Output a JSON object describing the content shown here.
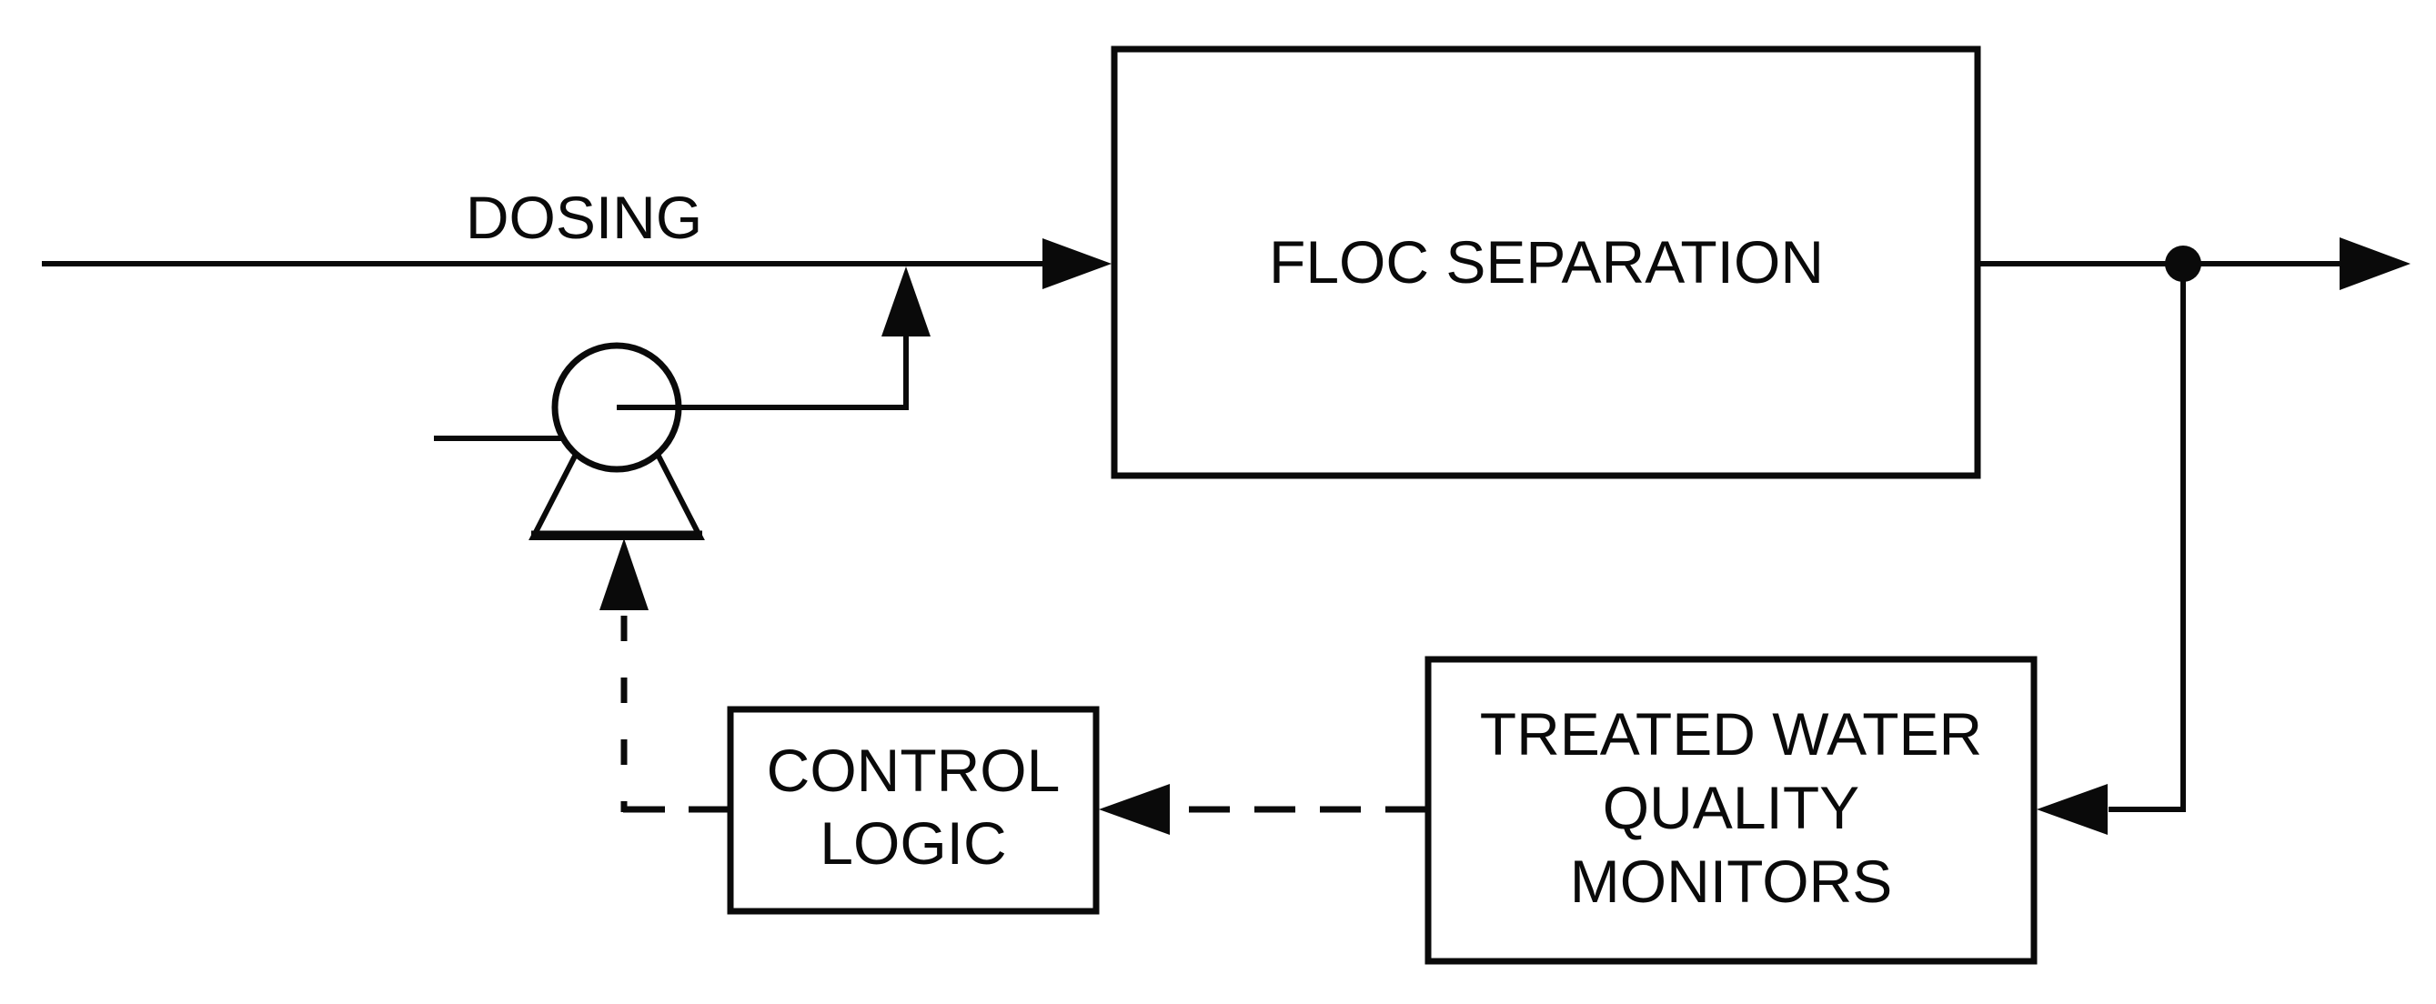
{
  "diagram": {
    "type": "process-control-block-diagram",
    "labels": {
      "dosing": "DOSING",
      "floc_separation": "FLOC SEPARATION",
      "monitors_lines": [
        "TREATED WATER",
        "QUALITY",
        "MONITORS"
      ],
      "control_lines": [
        "CONTROL",
        "LOGIC"
      ]
    },
    "symbols": {
      "pump": "dosing-pump"
    },
    "connections": [
      {
        "from": "influent",
        "to": "floc-separation",
        "style": "solid-arrow"
      },
      {
        "from": "floc-separation",
        "to": "effluent",
        "style": "solid-arrow"
      },
      {
        "from": "effluent-junction",
        "to": "treated-water-quality-monitors",
        "style": "solid-arrow"
      },
      {
        "from": "treated-water-quality-monitors",
        "to": "control-logic",
        "style": "dashed-arrow"
      },
      {
        "from": "control-logic",
        "to": "dosing-pump",
        "style": "dashed-arrow"
      },
      {
        "from": "dosing-pump",
        "to": "dosing-line",
        "style": "solid-arrow"
      }
    ],
    "colors": {
      "ink": "#0a0a0a",
      "background": "#ffffff",
      "box_fill": "#ffffff"
    }
  }
}
